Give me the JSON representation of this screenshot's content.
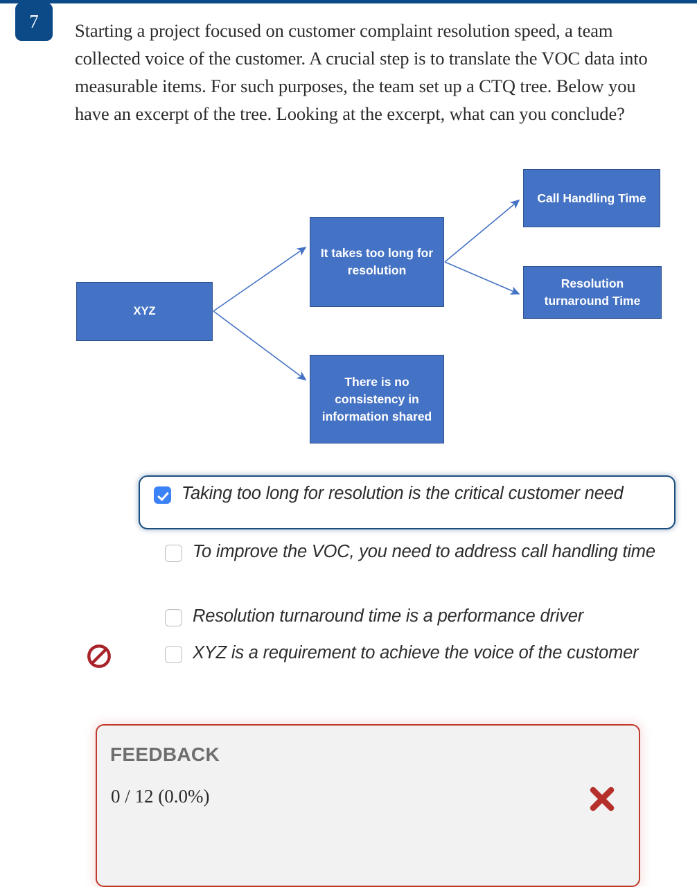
{
  "theme": {
    "accent_blue": "#0b4a87",
    "node_fill": "#4472C4",
    "node_border": "#2F528F",
    "checkbox_on": "#3b82f6",
    "selected_border": "#1c4e80",
    "feedback_border": "#c0392b",
    "deny_red": "#a8232a"
  },
  "question": {
    "number": "7",
    "text": "Starting a project focused on customer complaint resolution speed, a team collected voice of the customer. A crucial step is to translate the VOC data into measurable items. For such purposes, the team set up a CTQ tree. Below you have an excerpt of the tree. Looking at the excerpt, what can you conclude?"
  },
  "diagram": {
    "type": "ctq-tree",
    "nodes": {
      "root": "XYZ",
      "mid_top": "It takes too long for resolution",
      "mid_bottom": "There is no consistency in information shared",
      "leaf_top": "Call Handling Time",
      "leaf_bottom": "Resolution turnaround  Time"
    }
  },
  "options": [
    {
      "label": "Taking too long for resolution is the critical customer need",
      "checked": true,
      "selected": true,
      "marked_wrong": false
    },
    {
      "label": "To improve the VOC, you need to address call handling time",
      "checked": false,
      "selected": false,
      "marked_wrong": false
    },
    {
      "label": "Resolution turnaround time is a performance driver",
      "checked": false,
      "selected": false,
      "marked_wrong": false
    },
    {
      "label": "XYZ is a requirement to achieve the voice of the customer",
      "checked": false,
      "selected": false,
      "marked_wrong": true
    }
  ],
  "feedback": {
    "title": "FEEDBACK",
    "score": "0 / 12  (0.0%)",
    "result_icon": "x-mark-icon"
  }
}
